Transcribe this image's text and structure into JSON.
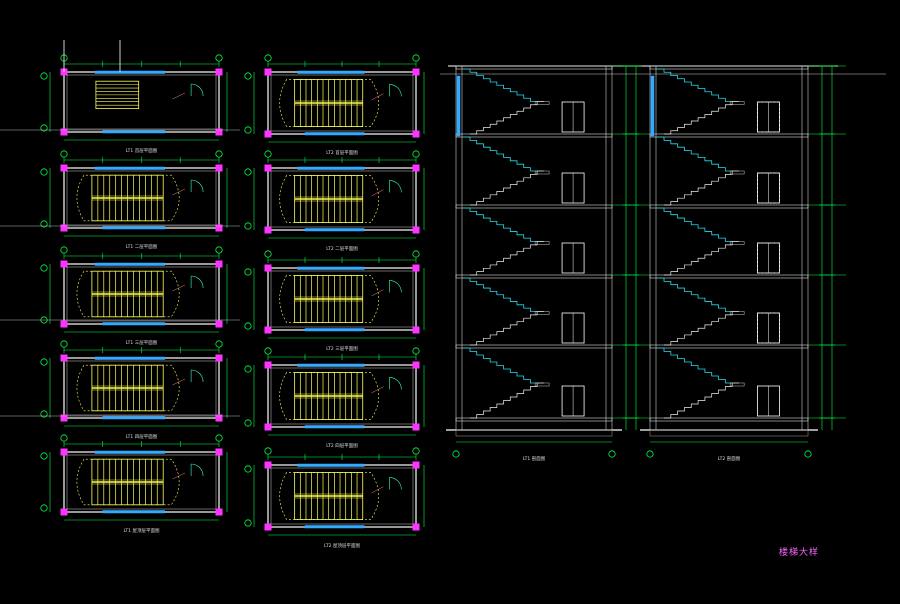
{
  "drawing": {
    "title": "楼梯大样",
    "colors": {
      "background": "#000000",
      "wall": "#ffffff",
      "dimension": "#00ff44",
      "stair": "#ffff55",
      "window": "#33aaff",
      "column": "#ff33ff",
      "door": "#33ffcc",
      "annotation": "#ff8080",
      "axis_bubble": "#ffffff"
    },
    "plans_left": [
      {
        "label": "LT1 首层平面图"
      },
      {
        "label": "LT1 二层平面图"
      },
      {
        "label": "LT1 三层平面图"
      },
      {
        "label": "LT1 四层平面图"
      },
      {
        "label": "LT1 屋顶层平面图"
      }
    ],
    "plans_middle": [
      {
        "label": "LT2 首层平面图"
      },
      {
        "label": "LT2 二层平面图"
      },
      {
        "label": "LT2 三层平面图"
      },
      {
        "label": "LT2 四层平面图"
      },
      {
        "label": "LT2 屋顶层平面图"
      }
    ],
    "sections": [
      {
        "label": "LT1 剖面图"
      },
      {
        "label": "LT2 剖面图"
      }
    ]
  }
}
